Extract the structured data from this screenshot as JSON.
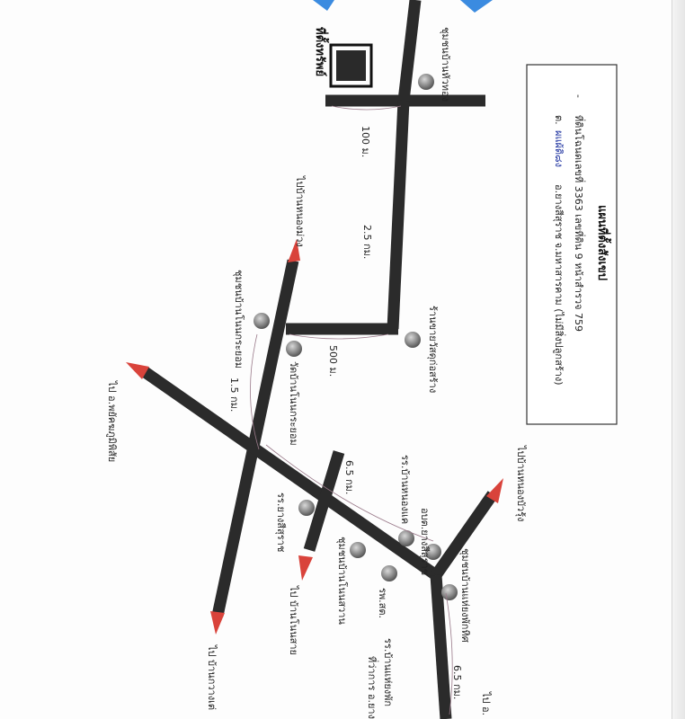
{
  "map": {
    "title": "แผนที่ตั้งสังเขป",
    "line1": "ที่ดินโฉนดเลขที่ 3363 เลขที่ดิน 9 หน้าสำรวจ 759",
    "line2_prefix": "ต.",
    "line2_blue": "ผแผ้ดิ๘ง",
    "line2_suffix": "อ.ยางสีสุราช จ.มหาสารคาม (ไม่มีสิ่งปลูกสร้าง)",
    "bullet": "-",
    "property_label": "ที่ตั้งทรัพย์",
    "landmarks": {
      "community_top": "ชุมชนบ้านหัวทอง",
      "shop": "ร้านขายวัสดุก่อสร้าง",
      "community_mid": "ชุมชนบ้านโนนกระยอม",
      "temple": "วัดบ้านโนนกระยอม",
      "school": "รร.บ้านแห่ยงพัก",
      "village_community": "ชุมชนบ้านโนนสวาน",
      "subdistrict_office": "อบต.ยางสีสุราช",
      "hospital": "รพ.สต.",
      "town_office": "ที่ว่าการ อ.ยางสีสุราช",
      "school2": "รร.บ้านหนองแค",
      "school3": "รร.ยางสีสุราช",
      "community_right": "ชุมชนบ้านแห่ยงพักทิศ"
    },
    "destinations": {
      "top": "ไปบ้านหนองม่วง",
      "left": "ไป อ.พยัคฆภูมิพิสัย",
      "bottom_left": "ไป บ้านกวางเต่",
      "bottom_mid": "ไป บ้านโนนสาย",
      "right_top": "ไปบ้านหนองบัวรุ้ง",
      "right_bottom": "ไป อ."
    },
    "distances": {
      "d100": "100 ม.",
      "d25": "2.5 กม.",
      "d500": "500 ม.",
      "d15": "1.5 กม.",
      "d65a": "6.5 กม.",
      "d65b": "6.5 กม."
    },
    "colors": {
      "road": "#2b2b2b",
      "arrow": "#d9433b",
      "landmark": "#8a8a8a",
      "property": "#222222",
      "water": "#3b8be0"
    }
  }
}
